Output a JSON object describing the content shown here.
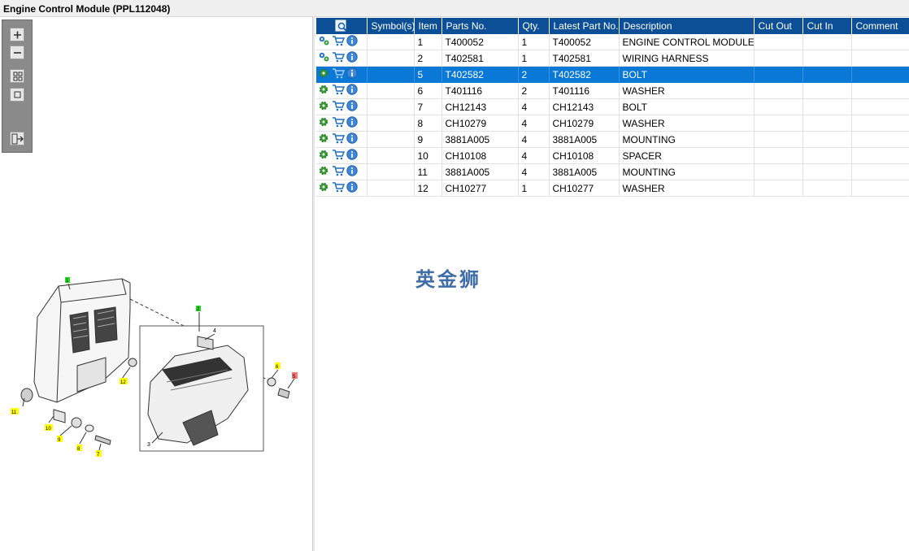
{
  "window": {
    "title": "Engine Control Module (PPL112048)"
  },
  "toolbar": {
    "buttons": [
      {
        "name": "zoom-in-icon"
      },
      {
        "name": "zoom-out-icon"
      },
      {
        "name": "fit-all-icon"
      },
      {
        "name": "actual-size-icon"
      },
      {
        "name": "export-icon"
      }
    ]
  },
  "table": {
    "headers": {
      "icons": "",
      "symbols": "Symbol(s)",
      "item": "Item",
      "part_no": "Parts No.",
      "qty": "Qty.",
      "latest_part_no": "Latest Part No.",
      "description": "Description",
      "cut_out": "Cut Out",
      "cut_in": "Cut In",
      "comment": "Comment"
    },
    "rows": [
      {
        "symbols": "",
        "item": "1",
        "part_no": "T400052",
        "qty": "1",
        "latest_part_no": "T400052",
        "description": "ENGINE CONTROL MODULE",
        "cut_out": "",
        "cut_in": "",
        "comment": "",
        "kind": "assembly",
        "selected": false
      },
      {
        "symbols": "",
        "item": "2",
        "part_no": "T402581",
        "qty": "1",
        "latest_part_no": "T402581",
        "description": "WIRING HARNESS",
        "cut_out": "",
        "cut_in": "",
        "comment": "",
        "kind": "assembly",
        "selected": false
      },
      {
        "symbols": "",
        "item": "5",
        "part_no": "T402582",
        "qty": "2",
        "latest_part_no": "T402582",
        "description": "BOLT",
        "cut_out": "",
        "cut_in": "",
        "comment": "",
        "kind": "part",
        "selected": true
      },
      {
        "symbols": "",
        "item": "6",
        "part_no": "T401116",
        "qty": "2",
        "latest_part_no": "T401116",
        "description": "WASHER",
        "cut_out": "",
        "cut_in": "",
        "comment": "",
        "kind": "part",
        "selected": false
      },
      {
        "symbols": "",
        "item": "7",
        "part_no": "CH12143",
        "qty": "4",
        "latest_part_no": "CH12143",
        "description": "BOLT",
        "cut_out": "",
        "cut_in": "",
        "comment": "",
        "kind": "part",
        "selected": false
      },
      {
        "symbols": "",
        "item": "8",
        "part_no": "CH10279",
        "qty": "4",
        "latest_part_no": "CH10279",
        "description": "WASHER",
        "cut_out": "",
        "cut_in": "",
        "comment": "",
        "kind": "part",
        "selected": false
      },
      {
        "symbols": "",
        "item": "9",
        "part_no": "3881A005",
        "qty": "4",
        "latest_part_no": "3881A005",
        "description": "MOUNTING",
        "cut_out": "",
        "cut_in": "",
        "comment": "",
        "kind": "part",
        "selected": false
      },
      {
        "symbols": "",
        "item": "10",
        "part_no": "CH10108",
        "qty": "4",
        "latest_part_no": "CH10108",
        "description": "SPACER",
        "cut_out": "",
        "cut_in": "",
        "comment": "",
        "kind": "part",
        "selected": false
      },
      {
        "symbols": "",
        "item": "11",
        "part_no": "3881A005",
        "qty": "4",
        "latest_part_no": "3881A005",
        "description": "MOUNTING",
        "cut_out": "",
        "cut_in": "",
        "comment": "",
        "kind": "part",
        "selected": false
      },
      {
        "symbols": "",
        "item": "12",
        "part_no": "CH10277",
        "qty": "1",
        "latest_part_no": "CH10277",
        "description": "WASHER",
        "cut_out": "",
        "cut_in": "",
        "comment": "",
        "kind": "part",
        "selected": false
      }
    ]
  },
  "watermark": "英金狮",
  "diagram": {
    "callouts": [
      {
        "label": "1",
        "color": "#22dd22"
      },
      {
        "label": "2",
        "color": "#22dd22"
      },
      {
        "label": "3",
        "color": ""
      },
      {
        "label": "4",
        "color": ""
      },
      {
        "label": "5",
        "color": "#ff7777"
      },
      {
        "label": "6",
        "color": "#ffff00"
      },
      {
        "label": "7",
        "color": "#ffff00"
      },
      {
        "label": "8",
        "color": "#ffff00"
      },
      {
        "label": "9",
        "color": "#ffff00"
      },
      {
        "label": "10",
        "color": "#ffff00"
      },
      {
        "label": "11",
        "color": "#ffff00"
      },
      {
        "label": "12",
        "color": "#ffff00"
      }
    ]
  },
  "colors": {
    "header_bg": "#0c4f97",
    "selected_row_bg": "#0a78d7",
    "watermark": "#3e6da8"
  }
}
